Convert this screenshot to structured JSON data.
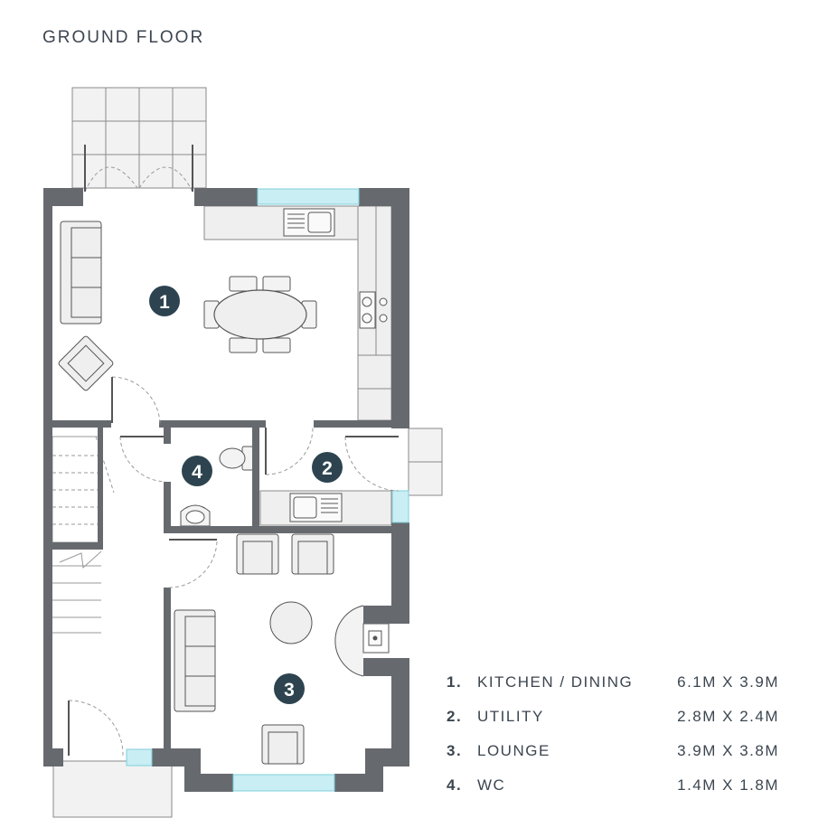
{
  "header": {
    "title": "GROUND FLOOR"
  },
  "colors": {
    "wall": "#666a6e",
    "badge": "#2d4450",
    "window": "#9fdce6",
    "fixture": "#f0f0f0",
    "line": "#6d6d6d",
    "text": "#3c4650"
  },
  "rooms": [
    {
      "number": "1",
      "label": "1.",
      "name": "KITCHEN / DINING",
      "size": "6.1M X 3.9M"
    },
    {
      "number": "2",
      "label": "2.",
      "name": "UTILITY",
      "size": "2.8M X 2.4M"
    },
    {
      "number": "3",
      "label": "3.",
      "name": "LOUNGE",
      "size": "3.9M X 3.8M"
    },
    {
      "number": "4",
      "label": "4.",
      "name": "WC",
      "size": "1.4M X 1.8M"
    }
  ]
}
